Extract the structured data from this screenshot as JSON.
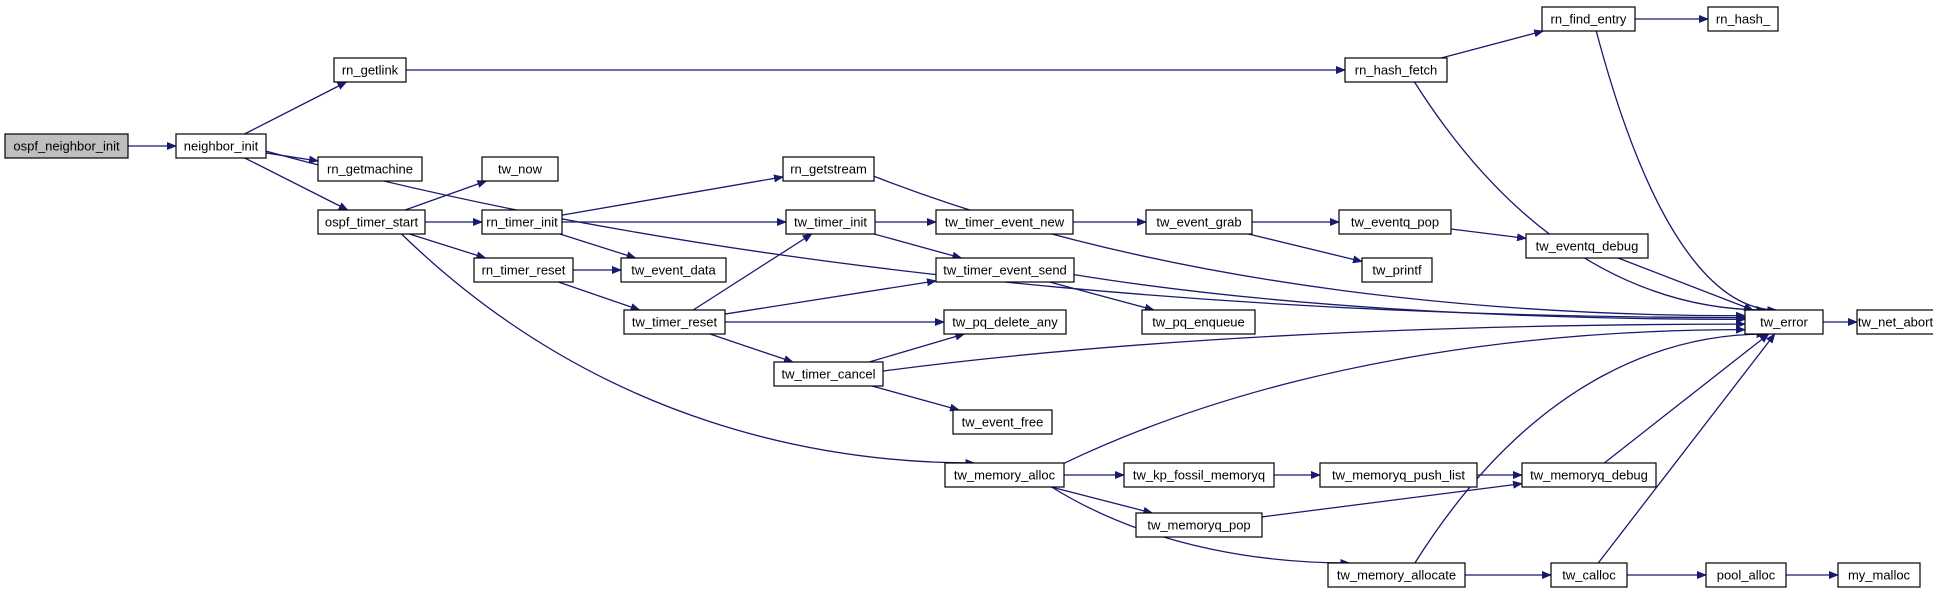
{
  "graph": {
    "root": "ospf_neighbor_init",
    "nodes": [
      {
        "id": "ospf_neighbor_init",
        "label": "ospf_neighbor_init",
        "root": true
      },
      {
        "id": "neighbor_init",
        "label": "neighbor_init"
      },
      {
        "id": "rn_getlink",
        "label": "rn_getlink"
      },
      {
        "id": "rn_getmachine",
        "label": "rn_getmachine"
      },
      {
        "id": "ospf_timer_start",
        "label": "ospf_timer_start"
      },
      {
        "id": "tw_now",
        "label": "tw_now"
      },
      {
        "id": "rn_timer_init",
        "label": "rn_timer_init"
      },
      {
        "id": "rn_timer_reset",
        "label": "rn_timer_reset"
      },
      {
        "id": "tw_event_data",
        "label": "tw_event_data"
      },
      {
        "id": "tw_timer_reset",
        "label": "tw_timer_reset"
      },
      {
        "id": "rn_getstream",
        "label": "rn_getstream"
      },
      {
        "id": "tw_timer_init",
        "label": "tw_timer_init"
      },
      {
        "id": "tw_timer_event_new",
        "label": "tw_timer_event_new"
      },
      {
        "id": "tw_timer_event_send",
        "label": "tw_timer_event_send"
      },
      {
        "id": "tw_pq_delete_any",
        "label": "tw_pq_delete_any"
      },
      {
        "id": "tw_timer_cancel",
        "label": "tw_timer_cancel"
      },
      {
        "id": "tw_event_free",
        "label": "tw_event_free"
      },
      {
        "id": "tw_memory_alloc",
        "label": "tw_memory_alloc"
      },
      {
        "id": "tw_event_grab",
        "label": "tw_event_grab"
      },
      {
        "id": "tw_pq_enqueue",
        "label": "tw_pq_enqueue"
      },
      {
        "id": "tw_kp_fossil_memoryq",
        "label": "tw_kp_fossil_memoryq"
      },
      {
        "id": "tw_memoryq_pop",
        "label": "tw_memoryq_pop"
      },
      {
        "id": "tw_memory_allocate",
        "label": "tw_memory_allocate"
      },
      {
        "id": "rn_hash_fetch",
        "label": "rn_hash_fetch"
      },
      {
        "id": "rn_find_entry",
        "label": "rn_find_entry"
      },
      {
        "id": "rn_hash_",
        "label": "rn_hash_"
      },
      {
        "id": "tw_eventq_pop",
        "label": "tw_eventq_pop"
      },
      {
        "id": "tw_printf",
        "label": "tw_printf"
      },
      {
        "id": "tw_eventq_debug",
        "label": "tw_eventq_debug"
      },
      {
        "id": "tw_memoryq_push_list",
        "label": "tw_memoryq_push_list"
      },
      {
        "id": "tw_memoryq_debug",
        "label": "tw_memoryq_debug"
      },
      {
        "id": "tw_calloc",
        "label": "tw_calloc"
      },
      {
        "id": "pool_alloc",
        "label": "pool_alloc"
      },
      {
        "id": "my_malloc",
        "label": "my_malloc"
      },
      {
        "id": "tw_error",
        "label": "tw_error"
      },
      {
        "id": "tw_net_abort",
        "label": "tw_net_abort"
      }
    ],
    "edges": [
      {
        "from": "ospf_neighbor_init",
        "to": "neighbor_init"
      },
      {
        "from": "neighbor_init",
        "to": "rn_getlink"
      },
      {
        "from": "neighbor_init",
        "to": "rn_getmachine"
      },
      {
        "from": "neighbor_init",
        "to": "ospf_timer_start"
      },
      {
        "from": "neighbor_init",
        "to": "tw_error"
      },
      {
        "from": "rn_getlink",
        "to": "rn_hash_fetch"
      },
      {
        "from": "rn_hash_fetch",
        "to": "rn_find_entry"
      },
      {
        "from": "rn_hash_fetch",
        "to": "tw_error"
      },
      {
        "from": "rn_find_entry",
        "to": "rn_hash_"
      },
      {
        "from": "rn_find_entry",
        "to": "tw_error"
      },
      {
        "from": "ospf_timer_start",
        "to": "tw_now"
      },
      {
        "from": "ospf_timer_start",
        "to": "rn_timer_init"
      },
      {
        "from": "ospf_timer_start",
        "to": "rn_timer_reset"
      },
      {
        "from": "ospf_timer_start",
        "to": "tw_memory_alloc"
      },
      {
        "from": "rn_timer_init",
        "to": "rn_getstream"
      },
      {
        "from": "rn_timer_init",
        "to": "tw_timer_init"
      },
      {
        "from": "rn_timer_init",
        "to": "tw_event_data"
      },
      {
        "from": "rn_timer_reset",
        "to": "tw_event_data"
      },
      {
        "from": "rn_timer_reset",
        "to": "tw_timer_reset"
      },
      {
        "from": "rn_getstream",
        "to": "tw_error"
      },
      {
        "from": "tw_timer_init",
        "to": "tw_timer_event_new"
      },
      {
        "from": "tw_timer_init",
        "to": "tw_timer_event_send"
      },
      {
        "from": "tw_timer_reset",
        "to": "tw_timer_init"
      },
      {
        "from": "tw_timer_reset",
        "to": "tw_timer_event_send"
      },
      {
        "from": "tw_timer_reset",
        "to": "tw_pq_delete_any"
      },
      {
        "from": "tw_timer_reset",
        "to": "tw_timer_cancel"
      },
      {
        "from": "tw_timer_event_new",
        "to": "tw_event_grab"
      },
      {
        "from": "tw_event_grab",
        "to": "tw_eventq_pop"
      },
      {
        "from": "tw_event_grab",
        "to": "tw_printf"
      },
      {
        "from": "tw_eventq_pop",
        "to": "tw_eventq_debug"
      },
      {
        "from": "tw_eventq_debug",
        "to": "tw_error"
      },
      {
        "from": "tw_timer_event_send",
        "to": "tw_pq_enqueue"
      },
      {
        "from": "tw_timer_event_send",
        "to": "tw_error"
      },
      {
        "from": "tw_timer_cancel",
        "to": "tw_pq_delete_any"
      },
      {
        "from": "tw_timer_cancel",
        "to": "tw_error"
      },
      {
        "from": "tw_timer_cancel",
        "to": "tw_event_free"
      },
      {
        "from": "tw_memory_alloc",
        "to": "tw_error"
      },
      {
        "from": "tw_memory_alloc",
        "to": "tw_kp_fossil_memoryq"
      },
      {
        "from": "tw_memory_alloc",
        "to": "tw_memoryq_pop"
      },
      {
        "from": "tw_memory_alloc",
        "to": "tw_memory_allocate"
      },
      {
        "from": "tw_kp_fossil_memoryq",
        "to": "tw_memoryq_push_list"
      },
      {
        "from": "tw_memoryq_push_list",
        "to": "tw_memoryq_debug"
      },
      {
        "from": "tw_memoryq_pop",
        "to": "tw_memoryq_debug"
      },
      {
        "from": "tw_memoryq_debug",
        "to": "tw_error"
      },
      {
        "from": "tw_memory_allocate",
        "to": "tw_error"
      },
      {
        "from": "tw_memory_allocate",
        "to": "tw_calloc"
      },
      {
        "from": "tw_calloc",
        "to": "tw_error"
      },
      {
        "from": "tw_calloc",
        "to": "pool_alloc"
      },
      {
        "from": "pool_alloc",
        "to": "my_malloc"
      },
      {
        "from": "tw_error",
        "to": "tw_net_abort"
      }
    ]
  }
}
